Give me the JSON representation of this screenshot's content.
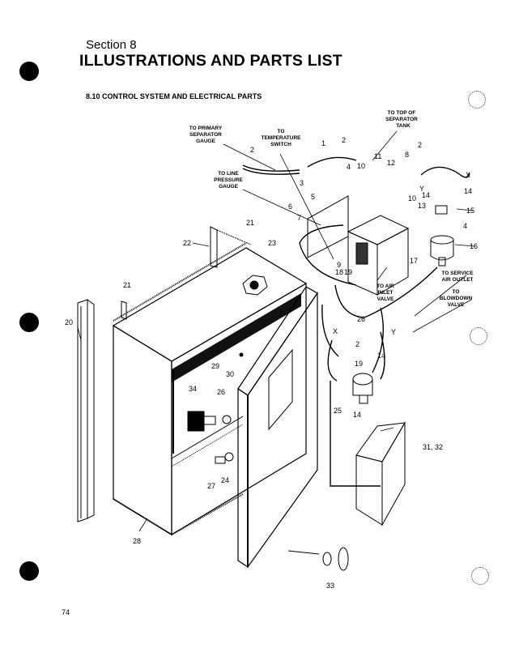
{
  "header": {
    "section": "Section 8",
    "title": "ILLUSTRATIONS AND PARTS LIST",
    "subtitle": "8.10 CONTROL SYSTEM AND ELECTRICAL PARTS"
  },
  "page_number": "74",
  "callouts": {
    "to_primary_separator_gauge": [
      "TO PRIMARY",
      "SEPARATOR",
      "GAUGE"
    ],
    "to_temperature_switch": [
      "TO",
      "TEMPERATURE",
      "SWITCH"
    ],
    "to_top_of_separator_tank": [
      "TO TOP OF",
      "SEPARATOR",
      "TANK"
    ],
    "to_line_pressure_gauge": [
      "TO LINE",
      "PRESSURE",
      "GAUGE"
    ],
    "to_air_inlet_valve": [
      "TO AIR",
      "INLET",
      "VALVE"
    ],
    "to_service_air_outlet": [
      "TO SERVICE",
      "AIR OUTLET"
    ],
    "to_blowdown_valve": [
      "TO",
      "BLOWDOWN",
      "VALVE"
    ]
  },
  "part_labels": {
    "p1": "1",
    "p2a": "2",
    "p2b": "2",
    "p2c": "2",
    "p2d": "2",
    "p3": "3",
    "p4a": "4",
    "p4b": "4",
    "p5": "5",
    "p6": "6",
    "p7": "7",
    "p8": "8",
    "p9": "9",
    "p10a": "10",
    "p10b": "10",
    "p11": "11",
    "p12": "12",
    "p13": "13",
    "p14a": "14",
    "p14b": "14",
    "p14c": "14",
    "p14d": "14",
    "p15": "15",
    "p16": "16",
    "p17": "17",
    "p18": "18",
    "p19a": "19",
    "p19b": "19",
    "p20": "20",
    "p21a": "21",
    "p21b": "21",
    "p22": "22",
    "p23": "23",
    "p24": "24",
    "p25": "25",
    "p26a": "26",
    "p26b": "26",
    "p27": "27",
    "p28": "28",
    "p29": "29",
    "p30": "30",
    "p31_32": "31, 32",
    "p33": "33",
    "p34": "34",
    "xa": "X",
    "xb": "X",
    "ya": "Y",
    "yb": "Y"
  }
}
